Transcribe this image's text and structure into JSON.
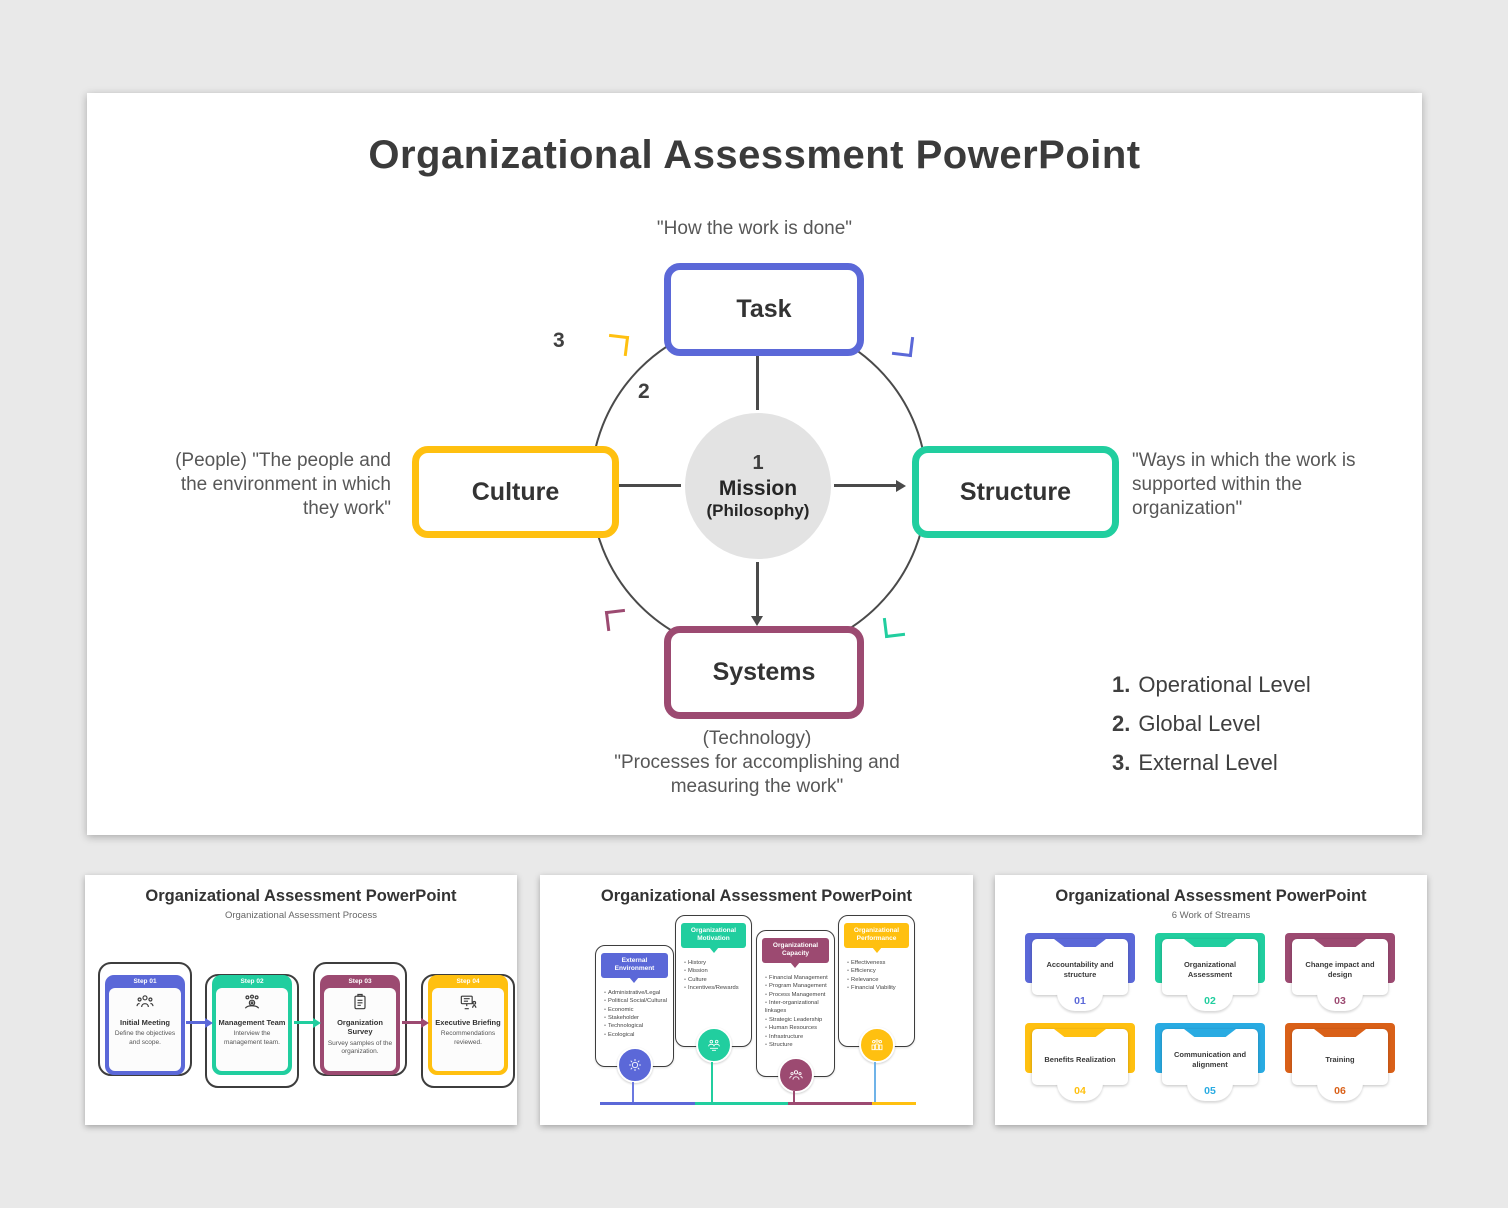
{
  "palette": {
    "blue": "#5B68D8",
    "green": "#21CE9F",
    "maroon": "#9C4A71",
    "yellow": "#FFC010",
    "cyan": "#29ABE2",
    "orange": "#D96018",
    "arc_gray": "#4A4A4A",
    "mission_fill": "#E3E3E3",
    "page_bg": "#E9E9E9"
  },
  "main_slide": {
    "title": "Organizational Assessment PowerPoint",
    "quote_top": "\"How the work is done\"",
    "quote_left": [
      "(People) \"The people and",
      "the environment in which",
      "they work\""
    ],
    "quote_right": [
      "\"Ways in which the work is",
      "supported within the",
      "organization\""
    ],
    "quote_bottom": [
      "(Technology)",
      "\"Processes for accomplishing and",
      "measuring the work\""
    ],
    "center": {
      "level": "1",
      "line1": "Mission",
      "line2": "(Philosophy)"
    },
    "levels": {
      "two": "2",
      "three": "3"
    },
    "nodes": {
      "task": "Task",
      "culture": "Culture",
      "structure": "Structure",
      "systems": "Systems"
    },
    "legend": [
      {
        "num": "1.",
        "label": "Operational Level"
      },
      {
        "num": "2.",
        "label": "Global Level"
      },
      {
        "num": "3.",
        "label": "External Level"
      }
    ]
  },
  "slide_process": {
    "title": "Organizational Assessment PowerPoint",
    "subtitle": "Organizational Assessment Process",
    "steps": [
      {
        "step": "Step 01",
        "title": "Initial Meeting",
        "desc": "Define the objectives and scope.",
        "color": "#5B68D8"
      },
      {
        "step": "Step 02",
        "title": "Management Team",
        "desc": "Interview the management team.",
        "color": "#21CE9F"
      },
      {
        "step": "Step 03",
        "title": "Organization Survey",
        "desc": "Survey samples of the organization.",
        "color": "#9C4A71"
      },
      {
        "step": "Step 04",
        "title": "Executive Briefing",
        "desc": "Recommendations reviewed.",
        "color": "#FFC010"
      }
    ]
  },
  "slide_framework": {
    "title": "Organizational Assessment PowerPoint",
    "columns": [
      {
        "header": "External Environment",
        "color": "#5B68D8",
        "items": [
          "Administrative/Legal",
          "Political Social/Cultural",
          "Economic",
          "Stakeholder",
          "Technological",
          "Ecological"
        ]
      },
      {
        "header": "Organizational Motivation",
        "color": "#21CE9F",
        "items": [
          "History",
          "Mission",
          "Culture",
          "Incentives/Rewards"
        ]
      },
      {
        "header": "Organizational Capacity",
        "color": "#9C4A71",
        "items": [
          "Financial Management",
          "Program Management",
          "Process Management",
          "Inter-organizational linkages",
          "Strategic Leadership",
          "Human Resources",
          "Infrastructure",
          "Structure"
        ]
      },
      {
        "header": "Organizational Performance",
        "color": "#FFC010",
        "items": [
          "Effectiveness",
          "Efficiency",
          "Relevance",
          "Financial Viability"
        ]
      }
    ]
  },
  "slide_streams": {
    "title": "Organizational Assessment PowerPoint",
    "subtitle": "6 Work of Streams",
    "cards": [
      {
        "label": "Accountability and structure",
        "num": "01",
        "color": "#5B68D8"
      },
      {
        "label": "Organizational Assessment",
        "num": "02",
        "color": "#21CE9F"
      },
      {
        "label": "Change impact and design",
        "num": "03",
        "color": "#9C4A71"
      },
      {
        "label": "Benefits Realization",
        "num": "04",
        "color": "#FFC010"
      },
      {
        "label": "Communication and alignment",
        "num": "05",
        "color": "#29ABE2"
      },
      {
        "label": "Training",
        "num": "06",
        "color": "#D96018"
      }
    ]
  }
}
